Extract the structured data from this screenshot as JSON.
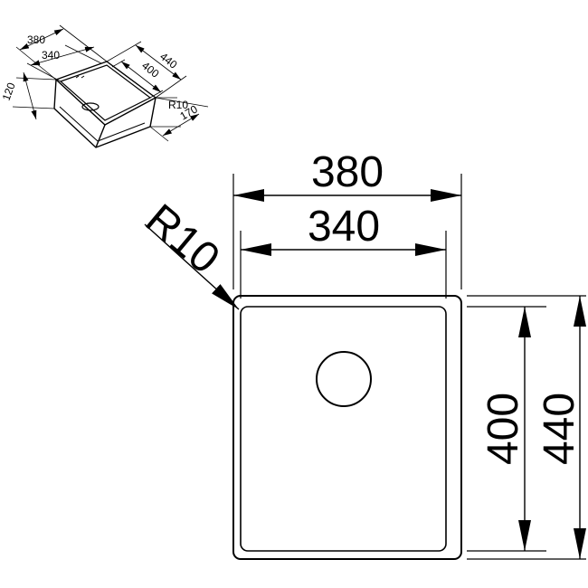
{
  "perspective": {
    "width_outer": "380",
    "width_inner": "340",
    "depth_outer": "440",
    "depth_inner": "400",
    "bowl_depth": "120",
    "radius": "R10",
    "height": "170"
  },
  "plan": {
    "width_outer": "380",
    "width_inner": "340",
    "radius": "R10",
    "depth_inner": "400",
    "depth_outer": "440"
  },
  "colors": {
    "line": "#000000",
    "background": "#ffffff"
  }
}
